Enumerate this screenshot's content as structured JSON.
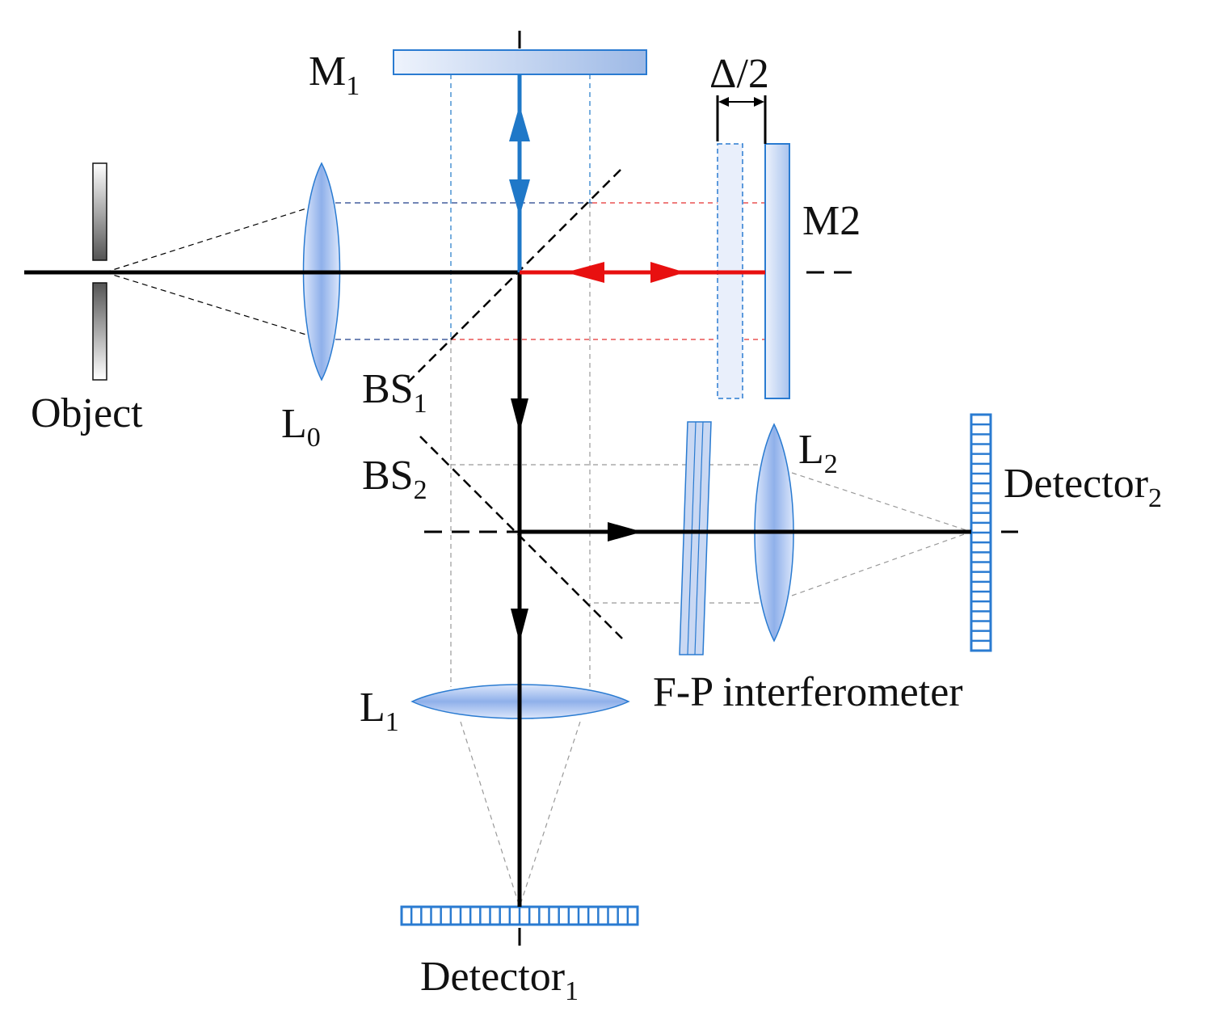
{
  "labels": {
    "object": "Object",
    "l0": {
      "main": "L",
      "sub": "0"
    },
    "m1": {
      "main": "M",
      "sub": "1"
    },
    "m2": "M2",
    "delta": "Δ/2",
    "bs1": {
      "main": "BS",
      "sub": "1"
    },
    "bs2": {
      "main": "BS",
      "sub": "2"
    },
    "l1": {
      "main": "L",
      "sub": "1"
    },
    "l2": {
      "main": "L",
      "sub": "2"
    },
    "fp": "F-P interferometer",
    "detector1": {
      "main": "Detector",
      "sub": "1"
    },
    "detector2": {
      "main": "Detector",
      "sub": "2"
    }
  },
  "colors": {
    "beam": "#000000",
    "m1_beam": "#1f78c8",
    "m2_beam": "#e81010",
    "optic_fill": "#a9c3ee",
    "optic_edge": "#2a7bd1",
    "guide_gray": "#999999",
    "guide_red": "#e53030"
  }
}
